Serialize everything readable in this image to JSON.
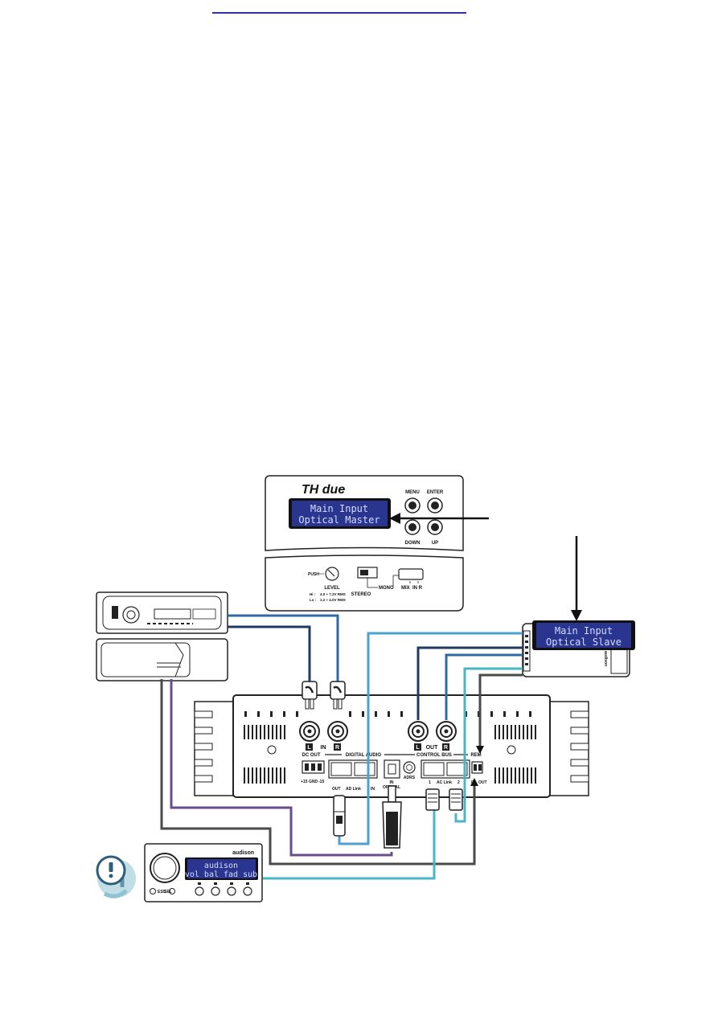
{
  "header": {
    "link_color": "#2b2bd9"
  },
  "th_due": {
    "title": "TH due",
    "display_line1": "Main Input",
    "display_line2": "Optical Master",
    "buttons": {
      "menu": "MENU",
      "enter": "ENTER",
      "down": "DOWN",
      "up": "UP"
    },
    "lower": {
      "push": "PUSH",
      "level": "LEVEL",
      "hi": "Hi :",
      "hi_val": "4.0 ÷ 7.2V RMS",
      "lo": "Lo :",
      "lo_val": "1.2 ÷ 4.0V RMS",
      "stereo": "STEREO",
      "mono": "MONO",
      "mix": "MIX",
      "in_r": "IN R"
    }
  },
  "slave": {
    "display_line1": "Main Input",
    "display_line2": "Optical Slave",
    "brand": "audison"
  },
  "amp": {
    "in_l": "L",
    "in_label": "IN",
    "in_r": "R",
    "dc_out": "DC OUT",
    "digital_audio": "DIGITAL AUDIO",
    "plus15": "+15",
    "gnd": "GND",
    "minus15": "-15",
    "ad_out": "OUT",
    "ad_link": "AD Link",
    "ad_in": "IN",
    "optical_in": "IN",
    "optical": "OPTICAL",
    "out_l": "L",
    "out_label": "OUT",
    "out_r": "R",
    "control_bus": "CONTROL BUS",
    "adrs": "ADRS",
    "ac_1": "1",
    "ac_link": "AC Link",
    "ac_2": "2",
    "rem": "REM",
    "rem_in": "IN",
    "rem_out": "OUT"
  },
  "controller": {
    "brand": "audison",
    "line1": "audison",
    "line2": "vol bal fad sub",
    "esc": "ESC",
    "sel": "SEL"
  },
  "colors": {
    "lcd_bg": "#2a3590",
    "wire_dark_blue": "#1f3b63",
    "wire_mid_blue": "#2f6aa6",
    "wire_light_blue": "#4da0d0",
    "wire_teal": "#4ab5c4",
    "wire_purple": "#6b4c8e",
    "wire_gray": "#4a4a4a",
    "warning": "#8ec3d2"
  }
}
